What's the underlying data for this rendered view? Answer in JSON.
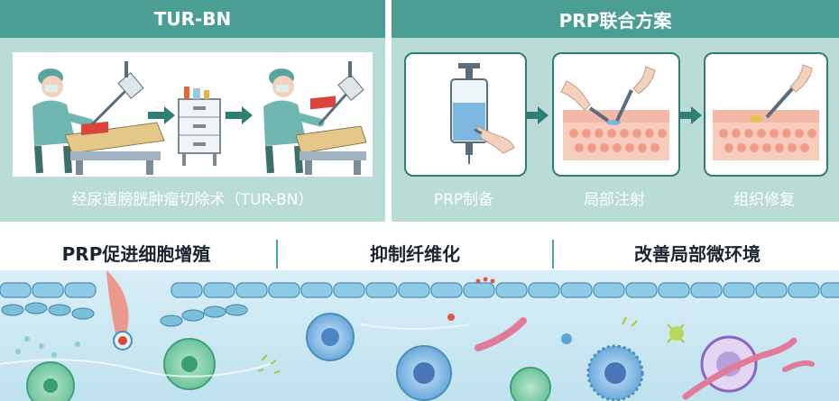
{
  "left_panel": {
    "title": "TUR-BN",
    "caption": "经尿道膀胱肿瘤切除术（TUR-BN）"
  },
  "right_panel": {
    "title": "PRP联合方案",
    "steps": [
      {
        "label": "PRP制备"
      },
      {
        "label": "局部注射"
      },
      {
        "label": "组织修复"
      }
    ]
  },
  "effects": [
    {
      "label": "PRP促进细胞增殖"
    },
    {
      "label": "抑制纤维化"
    },
    {
      "label": "改善局部微环境"
    }
  ],
  "colors": {
    "header_teal": "#4a9e94",
    "panel_bg": "#b9dcd6",
    "tissue_pink": "#f2b9a8",
    "cell_blue": "#5aa4d6"
  }
}
